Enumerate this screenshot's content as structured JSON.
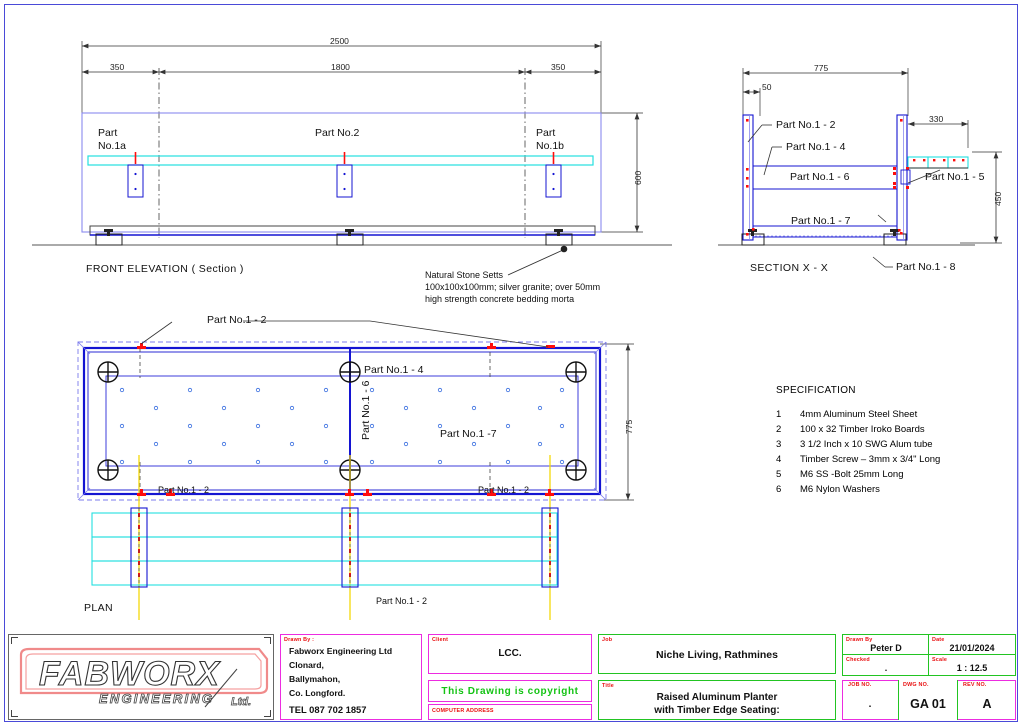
{
  "drawing": {
    "views": {
      "front_elevation": {
        "title": "FRONT ELEVATION ( Section )",
        "dim_overall": "2500",
        "dim_left": "350",
        "dim_middle": "1800",
        "dim_right": "350",
        "dim_height": "600",
        "part_left_line1": "Part",
        "part_left_line2": "No.1a",
        "part_centre": "Part No.2",
        "part_right_line1": "Part",
        "part_right_line2": "No.1b",
        "note_line1": "Natural Stone Setts",
        "note_line2": "100x100x100mm; silver granite; over 50mm",
        "note_line3": "high strength concrete bedding morta"
      },
      "section": {
        "title": "SECTION X - X",
        "dim_width": "775",
        "dim_offset": "50",
        "dim_seat": "330",
        "dim_height": "450",
        "label_1_2": "Part No.1 - 2",
        "label_1_4": "Part No.1 - 4",
        "label_1_6": "Part No.1 - 6",
        "label_1_5": "Part No.1 - 5",
        "label_1_7": "Part No.1 - 7",
        "label_1_8": "Part No.1 - 8"
      },
      "plan": {
        "title": "PLAN",
        "dim_depth": "775",
        "label_top_1_2": "Part No.1 - 2",
        "label_1_4": "Part No.1 - 4",
        "label_1_6": "Part No.1 - 6",
        "label_1_7": "Part No.1 -7",
        "label_bl_1_2": "Part No.1 - 2",
        "label_br_1_2": "Part No.1 - 2",
        "label_bottom_1_2": "Part No.1 - 2"
      }
    },
    "specification": {
      "heading": "SPECIFICATION",
      "items": [
        {
          "no": "1",
          "text": "4mm Aluminum Steel Sheet"
        },
        {
          "no": "2",
          "text": "100 x 32 Timber Iroko Boards"
        },
        {
          "no": "3",
          "text": "3 1/2 Inch  x 10 SWG Alum tube"
        },
        {
          "no": "4",
          "text": "Timber Screw – 3mm x 3/4\" Long"
        },
        {
          "no": "5",
          "text": "M6 SS -Bolt  25mm Long"
        },
        {
          "no": "6",
          "text": "M6 Nylon Washers"
        }
      ]
    },
    "title_block": {
      "logo_main": "FABWORX",
      "logo_sub": "ENGINEERING",
      "logo_ltd": "Ltd.",
      "drawn_by_caption": "Drawn By :",
      "company_line1": "Fabworx Engineering Ltd",
      "company_line2": "Clonard,",
      "company_line3": "Ballymahon,",
      "company_line4": "Co. Longford.",
      "company_tel": "TEL 087 702 1857",
      "client_caption": "Client",
      "client_value": "LCC.",
      "copyright_text": "This Drawing is copyright",
      "computer_address_caption": "COMPUTER ADDRESS",
      "job_caption": "Job",
      "job_value": "Niche Living, Rathmines",
      "title_caption": "Title",
      "title_line1": "Raised Aluminum Planter",
      "title_line2": "with Timber Edge Seating:",
      "drawn_caption": "Drawn By",
      "drawn_value": "Peter D",
      "date_caption": "Date",
      "date_value": "21/01/2024",
      "checked_caption": "Checked",
      "checked_value": ".",
      "scale_caption": "Scale",
      "scale_value": "1 : 12.5",
      "job_no_caption": "JOB NO.",
      "job_no_value": ".",
      "dwg_no_caption": "DWG NO.",
      "dwg_no_value": "GA 01",
      "rev_no_caption": "REV NO.",
      "rev_no_value": "A"
    },
    "colors": {
      "frame": "#4a4ad8",
      "aluminium": "#1414d2",
      "timber": "#23e0e0",
      "fastener": "#ff0d0d",
      "magenta": "#ec2ce0",
      "green": "#22c422",
      "red": "#e81010"
    }
  }
}
